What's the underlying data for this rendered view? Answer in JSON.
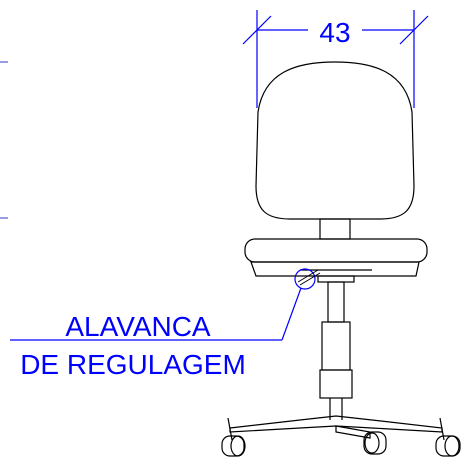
{
  "drawing": {
    "width_dimension": "43",
    "label_line1": "ALAVANCA",
    "label_line2": "DE REGULAGEM",
    "annotation_color": "#0000ff",
    "line_color": "#000000"
  }
}
